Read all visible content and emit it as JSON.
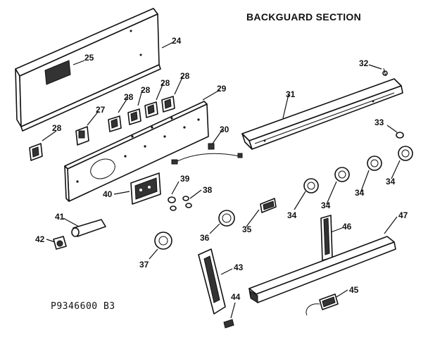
{
  "title": "BACKGUARD SECTION",
  "model_code": "P9346600 B3",
  "callouts": [
    {
      "id": "c24",
      "label": "24"
    },
    {
      "id": "c25",
      "label": "25"
    },
    {
      "id": "c27",
      "label": "27"
    },
    {
      "id": "c28a",
      "label": "28"
    },
    {
      "id": "c28b",
      "label": "28"
    },
    {
      "id": "c28c",
      "label": "28"
    },
    {
      "id": "c28d",
      "label": "28"
    },
    {
      "id": "c28e",
      "label": "28"
    },
    {
      "id": "c29",
      "label": "29"
    },
    {
      "id": "c30",
      "label": "30"
    },
    {
      "id": "c31",
      "label": "31"
    },
    {
      "id": "c32",
      "label": "32"
    },
    {
      "id": "c33",
      "label": "33"
    },
    {
      "id": "c34a",
      "label": "34"
    },
    {
      "id": "c34b",
      "label": "34"
    },
    {
      "id": "c34c",
      "label": "34"
    },
    {
      "id": "c34d",
      "label": "34"
    },
    {
      "id": "c35",
      "label": "35"
    },
    {
      "id": "c36",
      "label": "36"
    },
    {
      "id": "c37",
      "label": "37"
    },
    {
      "id": "c38",
      "label": "38"
    },
    {
      "id": "c39",
      "label": "39"
    },
    {
      "id": "c40",
      "label": "40"
    },
    {
      "id": "c41",
      "label": "41"
    },
    {
      "id": "c42",
      "label": "42"
    },
    {
      "id": "c43",
      "label": "43"
    },
    {
      "id": "c44",
      "label": "44"
    },
    {
      "id": "c45",
      "label": "45"
    },
    {
      "id": "c46",
      "label": "46"
    },
    {
      "id": "c47",
      "label": "47"
    }
  ]
}
